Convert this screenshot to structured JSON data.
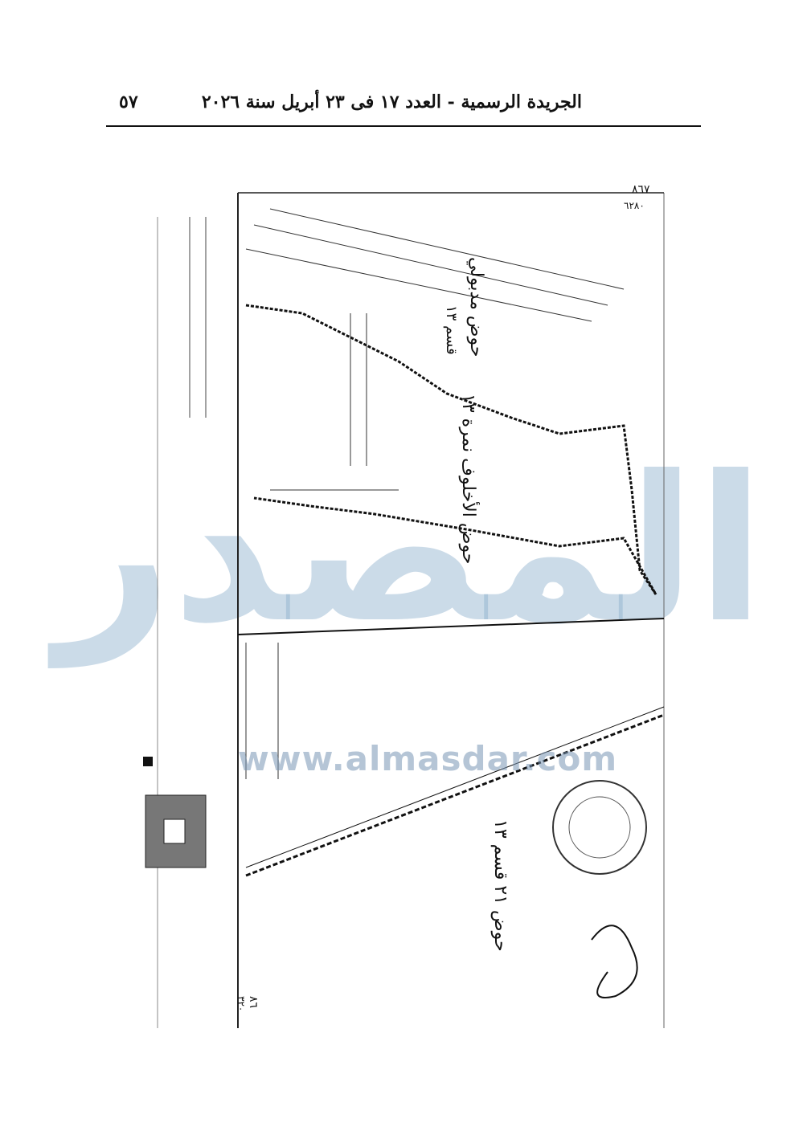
{
  "header": {
    "title": "الجريدة الرسمية - العدد ١٧ فى ٢٣ أبريل سنة ٢٠٢٦",
    "page_number": "٥٧"
  },
  "map": {
    "sheet_number_top": "٨٦٧",
    "sheet_number_sub": "٦٢٨٠",
    "basin_north": "حوض مدبولي",
    "basin_north_sub": "قسم ١٣",
    "basin_middle": "حوض الأخلوف نمرة ١٣",
    "basin_south": "حوض ٢١ قسم ١٣",
    "sheet_number_bottom": "٨٦",
    "sheet_number_bottom_sub": "٣٢٠"
  },
  "watermark": {
    "url": "www.almasdar.com",
    "logo_text": "المصدر"
  },
  "colors": {
    "ink": "#111111",
    "watermark": "#8cafcd"
  }
}
